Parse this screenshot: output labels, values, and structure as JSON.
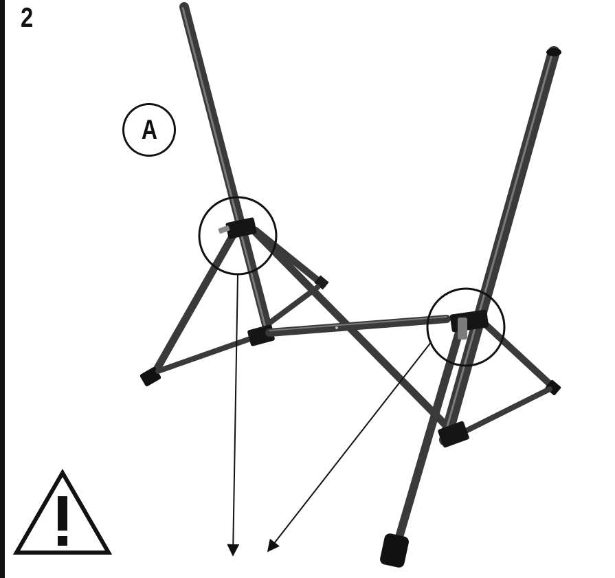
{
  "step": {
    "number": "2"
  },
  "callout": {
    "label": "A"
  },
  "icons": {
    "warning": "warning-triangle-icon",
    "stand": "speaker-stand-illustration"
  },
  "colors": {
    "ink": "#111111",
    "tube": "#3a3a3a",
    "tube_highlight": "#7a7a7a",
    "background": "#ffffff"
  }
}
